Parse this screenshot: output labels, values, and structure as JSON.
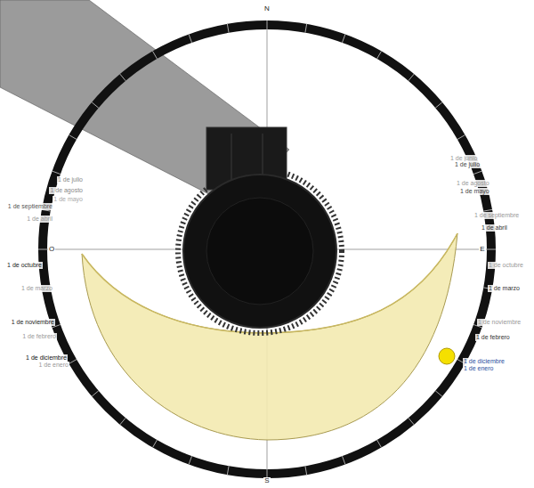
{
  "diagram": {
    "labels": [
      "N",
      "S",
      "O",
      "E",
      "1 de julio",
      "1 de agosto",
      "1 de mayo",
      "1 de septiembre",
      "1 de abril",
      "1 de octubre",
      "1 de marzo",
      "1 de noviembre",
      "1 de febrero",
      "1 de diciembre",
      "1 de enero",
      "1 de junio",
      "1 de julio",
      "1 de agosto",
      "1 de mayo",
      "1 de septiembre",
      "1 de abril",
      "1 de octubre",
      "1 de marzo",
      "1 de noviembre",
      "1 de febrero",
      "1 de diciembre",
      "1 de enero"
    ]
  }
}
